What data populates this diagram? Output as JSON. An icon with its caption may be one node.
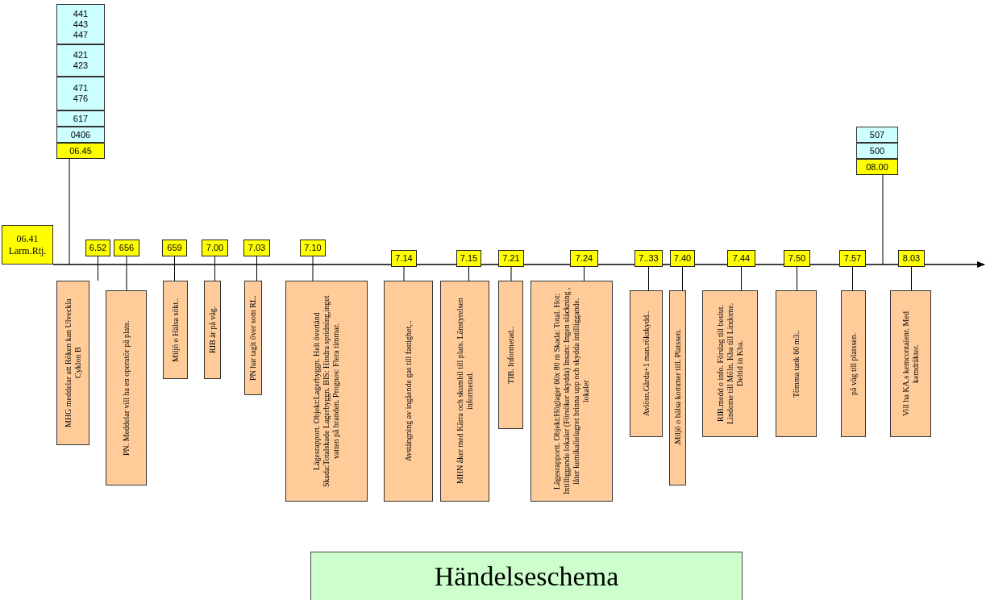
{
  "diagram": {
    "title": "Händelseschema",
    "nodes": [
      {
        "text": [
          "441 443 447"
        ]
      },
      {
        "text": [
          "421 423"
        ]
      },
      {
        "text": [
          "471 476"
        ]
      },
      {
        "text": [
          "617"
        ]
      },
      {
        "text": [
          "0406"
        ]
      },
      {
        "text": [
          "06.45"
        ]
      },
      {
        "text": [
          "06.41 Larm.Rtj."
        ]
      },
      {
        "text": [
          "6.52"
        ]
      },
      {
        "text": [
          "MHG meddelar att Röken kan Ulveckla Cyklon B"
        ]
      },
      {
        "text": [
          "656"
        ]
      },
      {
        "text": [
          "PN. Meddelar vill ha en operatör på plats."
        ]
      },
      {
        "text": [
          "659"
        ]
      },
      {
        "text": [
          "Miljö o Hälsa sökt.."
        ]
      },
      {
        "text": [
          "7.00"
        ]
      },
      {
        "text": [
          "RIB är på väg."
        ]
      },
      {
        "text": [
          "7.03"
        ]
      },
      {
        "text": [
          "PN har tagit över som RL."
        ]
      },
      {
        "text": [
          "7.10"
        ]
      },
      {
        "text": [
          "Lägesrapport. Objekt:Lagerbyggn. Helt övertänd Skada:Totalskade Lagerbyggn. BIS: Hindra spridning,inget vatten på branden. Prognos: Flera timmar."
        ]
      },
      {
        "text": [
          "7.14"
        ]
      },
      {
        "text": [
          "Avstängning av ingående gas till fastighet,.."
        ]
      },
      {
        "text": [
          "7.15"
        ]
      },
      {
        "text": [
          "MHN åker med Kärra och skumbil till plats. Länstyrelsen informerad."
        ]
      },
      {
        "text": [
          "7.21"
        ]
      },
      {
        "text": [
          "TIB. Informerad.."
        ]
      },
      {
        "text": [
          "7.24"
        ]
      },
      {
        "text": [
          "Lägesrapportt. Objekt:Höglager 60x 80 m Skada: Total. Hot: Intilliggande lokaler (Försöker skydda) Insats: Ingen släckning , låter kemikalielagret brinna upp och skydda intilliggande. lokaler"
        ]
      },
      {
        "text": [
          "7..33"
        ]
      },
      {
        "text": [
          "Avlösn.Gårda+1 man.rökskydd.."
        ]
      },
      {
        "text": [
          "7.40"
        ]
      },
      {
        "text": [
          ".Miljö o hälsa kommer till. Platssen."
        ]
      },
      {
        "text": [
          "7.44"
        ]
      },
      {
        "text": [
          "RIB.medd o info. Förslag till beslut. Lindome till Möln. Kba till Lindome. Deltid in Kba."
        ]
      },
      {
        "text": [
          "7.50"
        ]
      },
      {
        "text": [
          "Tömma tank 60 m3.."
        ]
      },
      {
        "text": [
          "7.57"
        ]
      },
      {
        "text": [
          "på väg till platssen."
        ]
      },
      {
        "text": [
          "8.03"
        ]
      },
      {
        "text": [
          "Vill ha KA.s kemcontaienr. Med kemdräkter."
        ]
      },
      {
        "text": [
          "507"
        ]
      },
      {
        "text": [
          "500"
        ]
      },
      {
        "text": [
          "08.00"
        ]
      }
    ],
    "edges": [
      {
        "from": 5,
        "to": null,
        "arrow": "none"
      },
      {
        "from": 7,
        "to": 8,
        "arrow": "none"
      },
      {
        "from": 9,
        "to": 10,
        "arrow": "none"
      },
      {
        "from": 11,
        "to": 12,
        "arrow": "none"
      },
      {
        "from": 13,
        "to": 14,
        "arrow": "none"
      },
      {
        "from": 15,
        "to": 16,
        "arrow": "none"
      },
      {
        "from": 17,
        "to": 18,
        "arrow": "none"
      },
      {
        "from": 19,
        "to": 20,
        "arrow": "none"
      },
      {
        "from": 21,
        "to": 22,
        "arrow": "none"
      },
      {
        "from": 23,
        "to": 24,
        "arrow": "none"
      },
      {
        "from": 25,
        "to": 26,
        "arrow": "none"
      },
      {
        "from": 27,
        "to": 28,
        "arrow": "none"
      },
      {
        "from": 29,
        "to": 30,
        "arrow": "none"
      },
      {
        "from": 31,
        "to": 32,
        "arrow": "none"
      },
      {
        "from": 33,
        "to": 34,
        "arrow": "none"
      },
      {
        "from": 35,
        "to": 36,
        "arrow": "none"
      },
      {
        "from": 37,
        "to": 38,
        "arrow": "none"
      },
      {
        "from": 41,
        "to": null,
        "arrow": "none"
      }
    ]
  }
}
